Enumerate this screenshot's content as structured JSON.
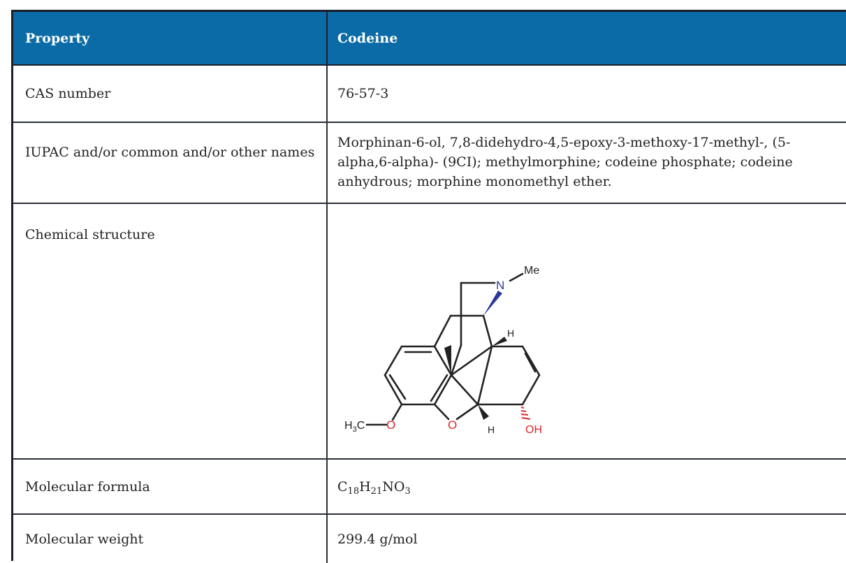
{
  "header": {
    "property": "Property",
    "compound": "Codeine"
  },
  "rows": {
    "cas": {
      "label": "CAS number",
      "value": "76-57-3"
    },
    "names": {
      "label": "IUPAC and/or common and/or other names",
      "value": "Morphinan-6-ol, 7,8-didehydro-4,5-epoxy-3-methoxy-17-methyl-, (5-alpha,6-alpha)- (9CI); methylmorphine; codeine phosphate; codeine anhydrous; morphine monomethyl ether."
    },
    "structure": {
      "label": "Chemical structure",
      "atoms": {
        "n": "N",
        "me": "Me",
        "h_top": "H",
        "h_bottom": "H",
        "o_ring": "O",
        "o_methoxy": "O",
        "oh": "OH",
        "h3c_h": "H",
        "h3c_3": "3",
        "h3c_c": "C"
      }
    },
    "formula": {
      "label": "Molecular formula",
      "c": "C",
      "c_n": "18",
      "h": "H",
      "h_n": "21",
      "rest": "NO",
      "o_n": "3"
    },
    "weight": {
      "label": "Molecular weight",
      "value": "299.4 g/mol"
    }
  },
  "colors": {
    "header_bg": "#0b6ba6",
    "nitrogen": "#2b3a9a",
    "oxygen": "#e0262b",
    "bond": "#222222"
  }
}
